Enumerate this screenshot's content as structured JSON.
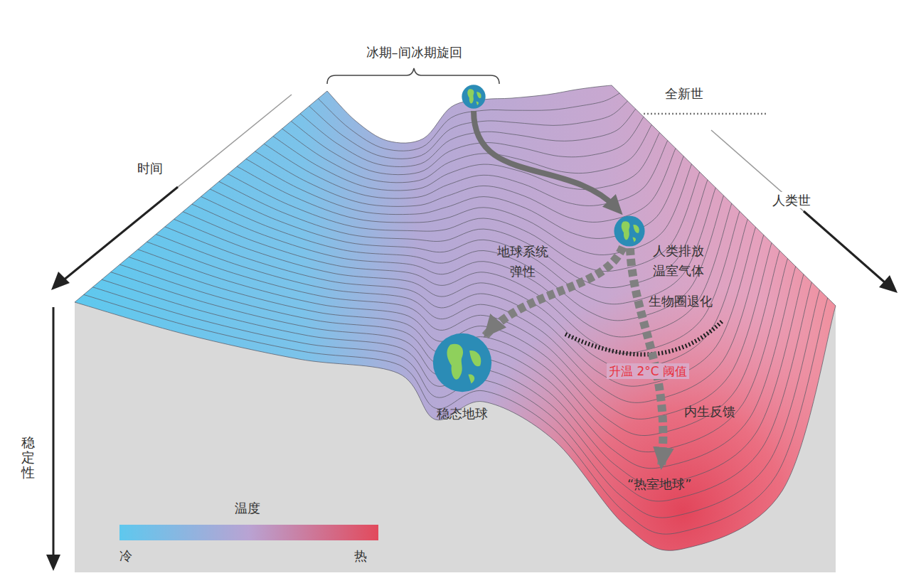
{
  "diagram": {
    "nodes": [
      {
        "text": [
          "人类排放 温室气体"
        ]
      },
      {
        "text": [
          "稳态地球"
        ]
      },
      {
        "text": [
          "“热室地球”"
        ]
      }
    ],
    "edges": [
      {
        "from": 0,
        "to": 1,
        "arrow": "to",
        "label": "地球系统 弹性"
      },
      {
        "from": 0,
        "to": 2,
        "arrow": "to"
      }
    ],
    "labels": [
      "冰期–间冰期旋回",
      "全新世",
      "时间",
      "人类世",
      "稳定性",
      "生物圈退化",
      "升温 2°C 阈值",
      "内生反馈",
      "温度"
    ],
    "legend": [
      {
        "text": "冷",
        "color": "#5ec8ee"
      },
      {
        "text": "热",
        "color": "#e24a5c"
      }
    ]
  }
}
